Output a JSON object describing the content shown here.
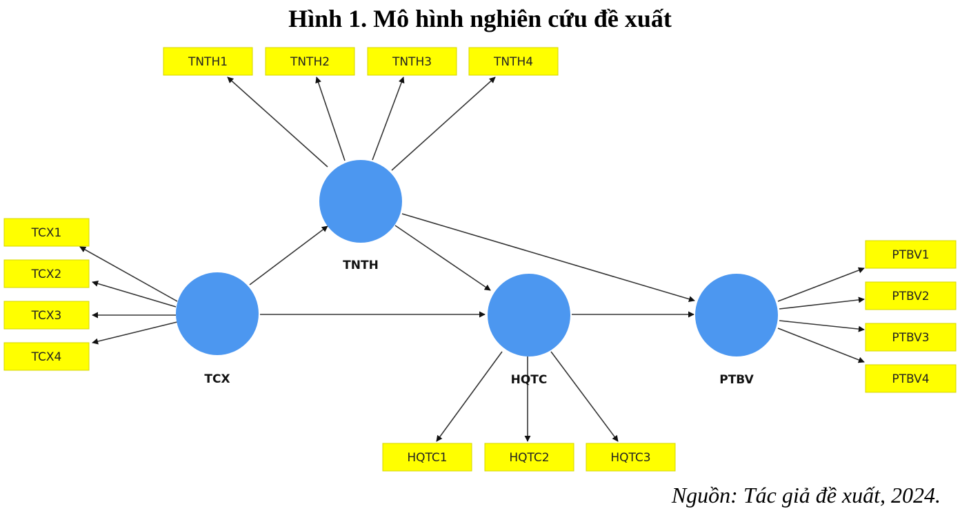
{
  "title": "Hình 1. Mô hình nghiên cứu đề xuất",
  "source": "Nguồn: Tác giả đề xuất, 2024.",
  "colors": {
    "latent_fill": "#4c97f0",
    "indicator_fill": "#ffff00",
    "edge": "#333333"
  },
  "latent": {
    "TNTH": "TNTH",
    "TCX": "TCX",
    "HQTC": "HQTC",
    "PTBV": "PTBV"
  },
  "indicators": {
    "TNTH1": "TNTH1",
    "TNTH2": "TNTH2",
    "TNTH3": "TNTH3",
    "TNTH4": "TNTH4",
    "TCX1": "TCX1",
    "TCX2": "TCX2",
    "TCX3": "TCX3",
    "TCX4": "TCX4",
    "HQTC1": "HQTC1",
    "HQTC2": "HQTC2",
    "HQTC3": "HQTC3",
    "PTBV1": "PTBV1",
    "PTBV2": "PTBV2",
    "PTBV3": "PTBV3",
    "PTBV4": "PTBV4"
  }
}
